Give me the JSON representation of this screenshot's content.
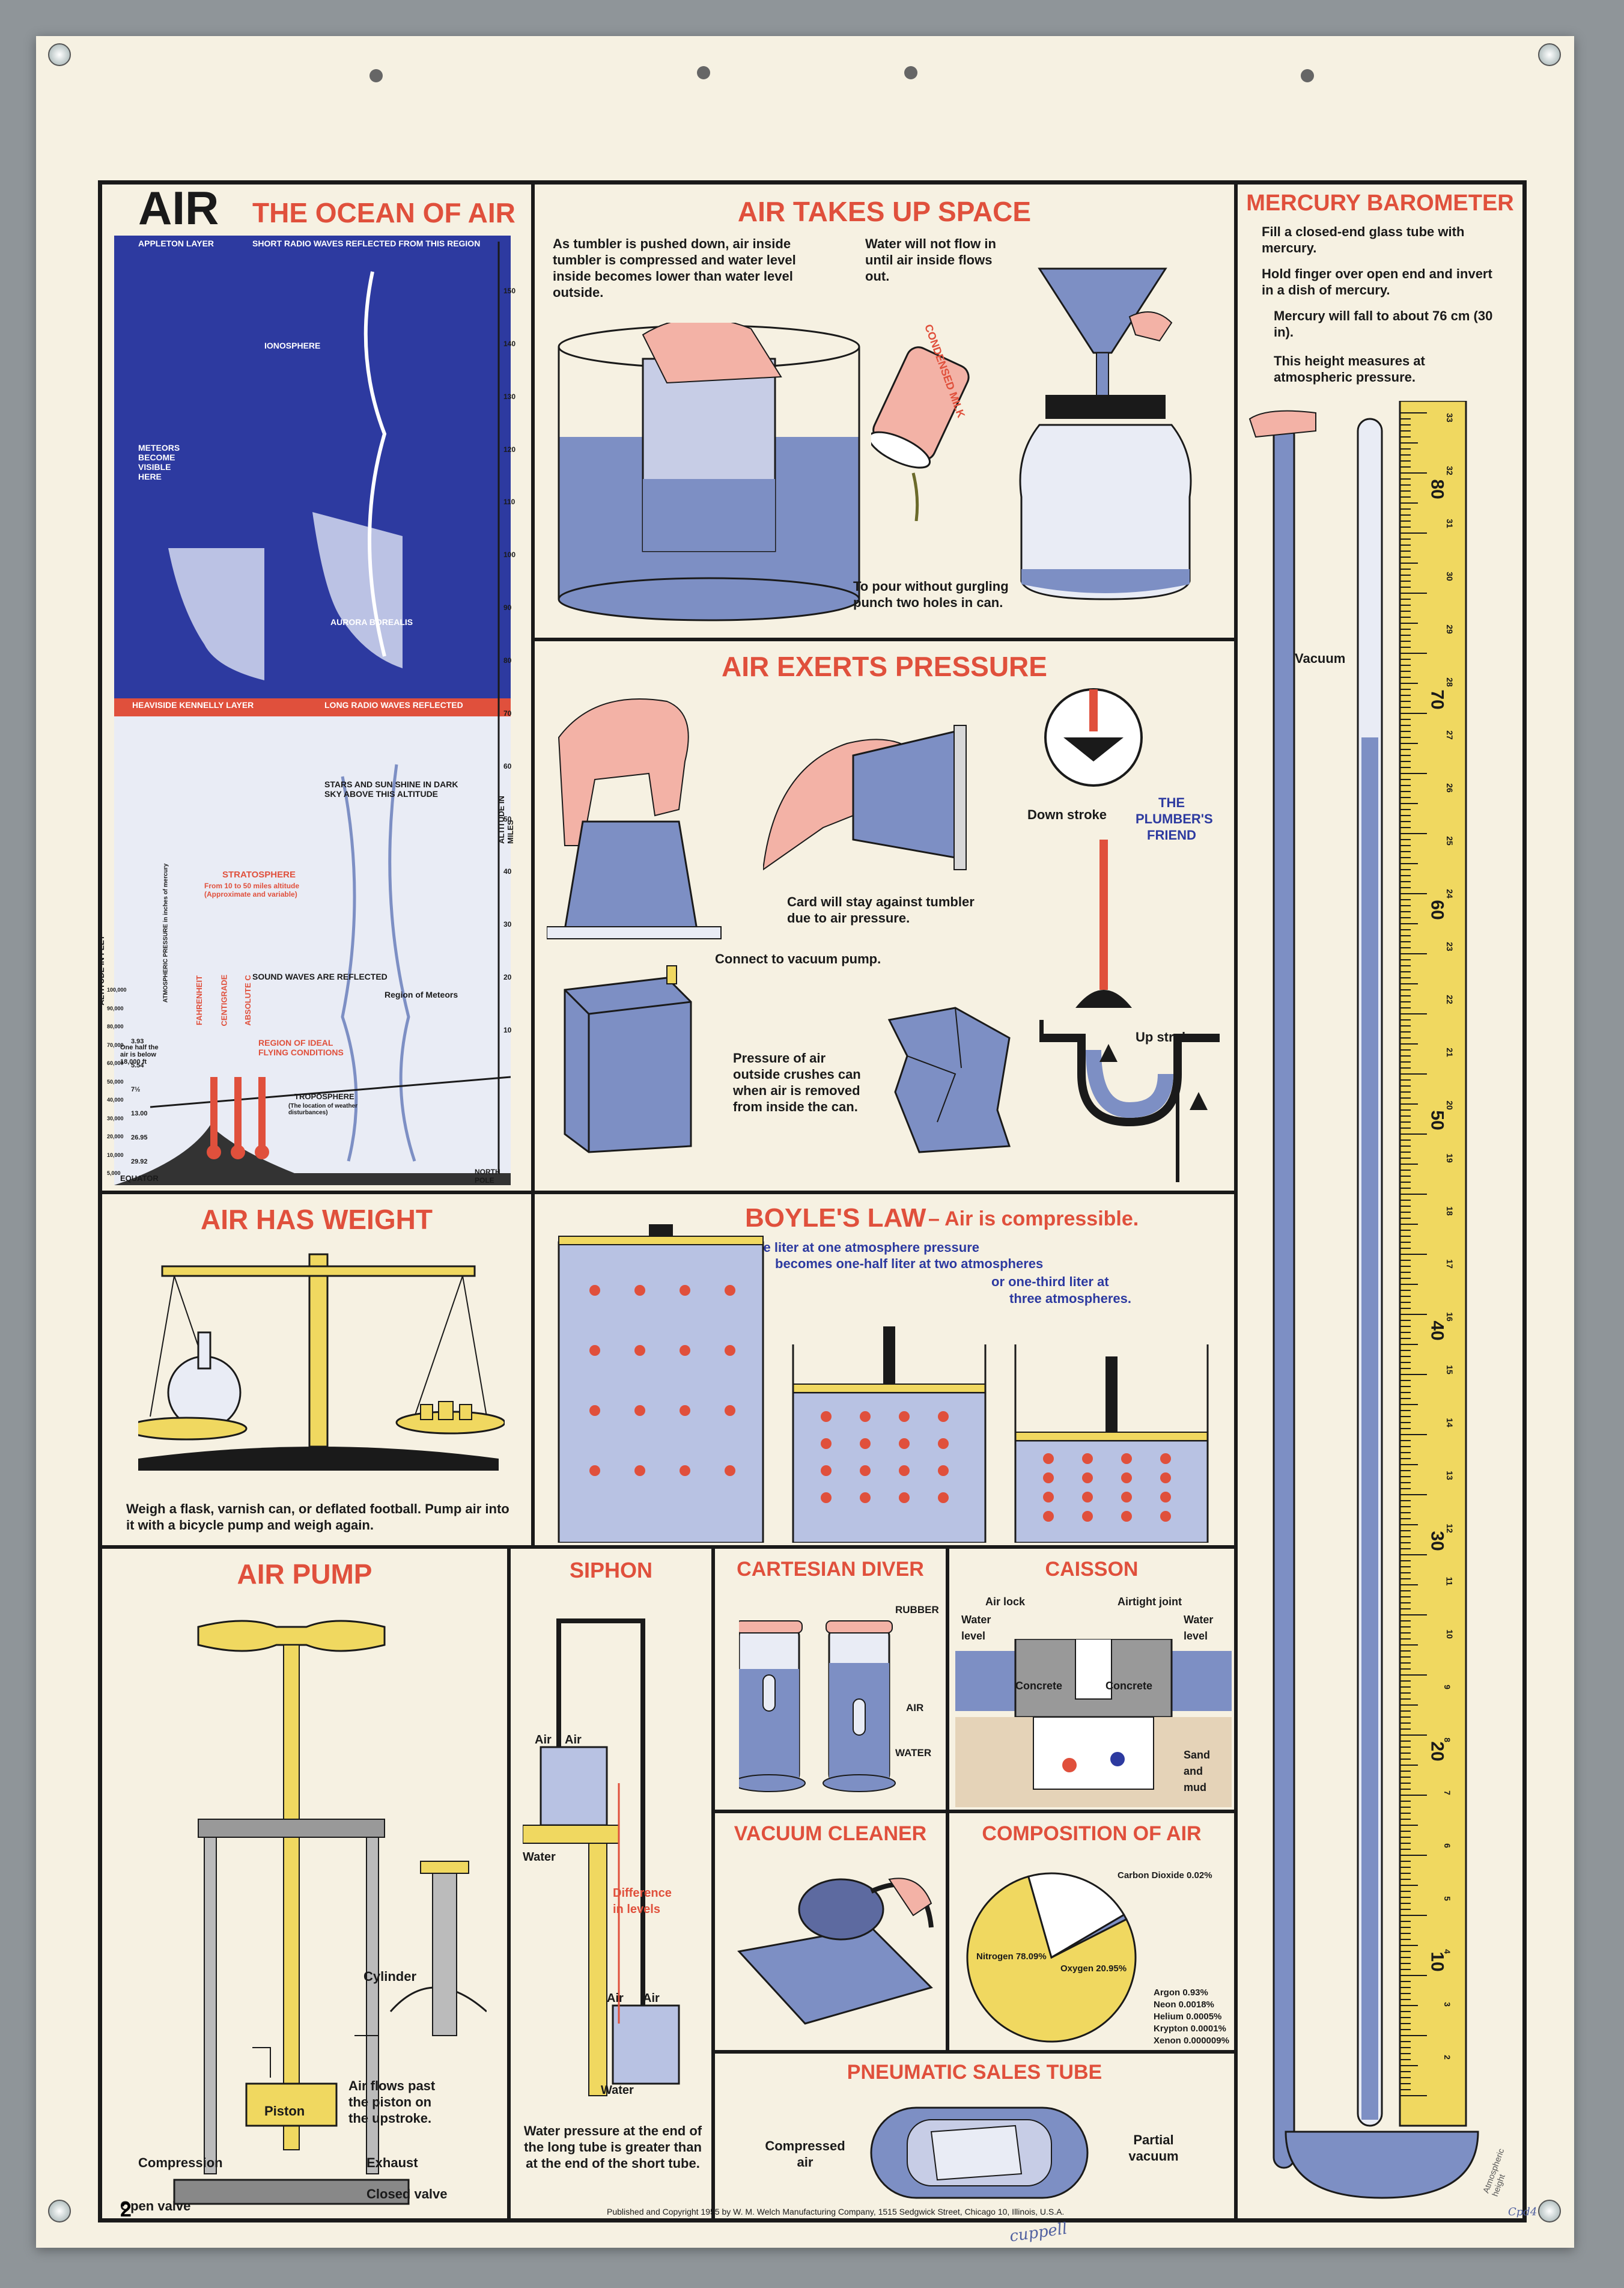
{
  "poster": {
    "main_title": "AIR",
    "page_number": "2",
    "copyright": "Published and Copyright 1955 by W. M. Welch Manufacturing Company, 1515 Sedgwick Street, Chicago 10, Illinois, U.S.A.",
    "handwriting_1": "cuppell",
    "handwriting_2": "Cpd4"
  },
  "colors": {
    "title_red": "#e0503c",
    "ink": "#1a1a1a",
    "blue": "#7d8fc4",
    "yellow": "#f0d860",
    "pink": "#f3b2a6",
    "night_blue": "#2d3aa0"
  },
  "ocean": {
    "title": "THE OCEAN OF AIR",
    "appleton": "APPLETON LAYER",
    "short_waves": "SHORT RADIO WAVES REFLECTED FROM THIS REGION",
    "ionosphere": "IONOSPHERE",
    "meteors": "METEORS BECOME VISIBLE HERE",
    "aurora": "AURORA BOREALIS",
    "heaviside": "HEAVISIDE KENNELLY LAYER",
    "long_waves": "LONG RADIO WAVES REFLECTED",
    "stars": "STARS AND SUN SHINE IN DARK SKY ABOVE THIS ALTITUDE",
    "stratosphere": "STRATOSPHERE",
    "strat_note": "From 10 to 50 miles altitude (Approximate and variable)",
    "sound": "SOUND WAVES ARE REFLECTED",
    "region_meteors": "Region of Meteors",
    "ideal": "REGION OF IDEAL FLYING CONDITIONS",
    "troposphere": "TROPOSPHERE",
    "tropo_note": "(The location of weather disturbances)",
    "equator": "EQUATOR",
    "north_pole": "NORTH POLE",
    "alt_feet": "ALTITUDE IN FEET",
    "alt_miles": "ALTITUDE IN MILES",
    "pressure_axis": "ATMOSPHERIC PRESSURE in inches of mercury",
    "fahrenheit": "FAHRENHEIT",
    "centigrade": "CENTIGRADE",
    "absolute": "ABSOLUTE C",
    "one_half": "One half the air is below 18,000 ft",
    "miles_ticks": [
      "150",
      "140",
      "130",
      "120",
      "110",
      "100",
      "90",
      "80",
      "70",
      "60",
      "50",
      "40",
      "30",
      "20",
      "10"
    ],
    "pressure_vals": [
      "3.93",
      "5.54",
      "7½",
      "13.00",
      "26.95",
      "29.92"
    ],
    "feet_vals": [
      "100,000",
      "90,000",
      "80,000",
      "70,000",
      "60,000",
      "50,000",
      "40,000",
      "30,000",
      "20,000",
      "10,000",
      "5,000"
    ]
  },
  "space": {
    "title": "AIR TAKES UP SPACE",
    "tumbler": "As tumbler is pushed down, air inside tumbler is compressed and water level inside becomes lower than water level outside.",
    "water": "Water will not flow in until air inside flows out.",
    "milk": "CONDENSED MILK",
    "pour": "To pour without gurgling punch two holes in can."
  },
  "pressure": {
    "title": "AIR EXERTS PRESSURE",
    "card": "Card will stay against tumbler due to air pressure.",
    "down": "Down stroke",
    "friend": "THE PLUMBER'S FRIEND",
    "up": "Up stroke",
    "vacuum_pump": "Connect to vacuum pump.",
    "crush": "Pressure of air outside crushes can when air is removed from inside the can."
  },
  "barometer": {
    "title": "MERCURY BAROMETER",
    "step1": "Fill a closed-end glass tube with mercury.",
    "step2": "Hold finger over open end and invert in a dish of mercury.",
    "step3": "Mercury will fall to about 76 cm (30 in).",
    "step4": "This height measures at atmospheric pressure.",
    "vacuum": "Vacuum",
    "ruler_numbers": [
      "80",
      "70",
      "60",
      "50",
      "40",
      "30",
      "20",
      "10"
    ],
    "ruler_inches": [
      "33",
      "32",
      "31",
      "30",
      "29",
      "28",
      "27",
      "26",
      "25",
      "24",
      "23",
      "22",
      "21",
      "20",
      "19",
      "18",
      "17",
      "16",
      "15",
      "14",
      "13",
      "12",
      "11",
      "10",
      "9",
      "8",
      "7",
      "6",
      "5",
      "4",
      "3",
      "2"
    ],
    "note": "Atmospheric height"
  },
  "weight": {
    "title": "AIR HAS WEIGHT",
    "caption": "Weigh a flask, varnish can, or deflated football. Pump air into it with a bicycle pump and weigh again."
  },
  "boyle": {
    "title": "BOYLE'S LAW",
    "subtitle": "– Air is compressible.",
    "line1": "One liter at one atmosphere pressure",
    "line2": "becomes one-half liter at two atmospheres",
    "line3": "or one-third liter at",
    "line4": "three atmospheres."
  },
  "pump": {
    "title": "AIR PUMP",
    "cylinder": "Cylinder",
    "flow": "Air flows past the piston on the upstroke.",
    "piston": "Piston",
    "compression": "Compression",
    "exhaust": "Exhaust",
    "open_valve": "Open valve",
    "closed_valve": "Closed valve"
  },
  "siphon": {
    "title": "SIPHON",
    "air": "Air",
    "water": "Water",
    "difference": "Difference in levels",
    "caption": "Water pressure at the end of the long tube is greater than at the end of the short tube."
  },
  "diver": {
    "title": "CARTESIAN DIVER",
    "rubber": "RUBBER",
    "air": "AIR",
    "water": "WATER"
  },
  "caisson": {
    "title": "CAISSON",
    "air_lock": "Air lock",
    "airtight": "Airtight joint",
    "water_level": "Water level",
    "concrete": "Concrete",
    "sand": "Sand and mud"
  },
  "vacuum_cleaner": {
    "title": "VACUUM CLEANER"
  },
  "composition": {
    "title": "COMPOSITION OF AIR",
    "nitrogen": "Nitrogen 78.09%",
    "oxygen": "Oxygen 20.95%",
    "co2": "Carbon Dioxide 0.02%",
    "argon": "Argon 0.93%",
    "neon": "Neon 0.0018%",
    "helium": "Helium 0.0005%",
    "krypton": "Krypton 0.0001%",
    "xenon": "Xenon 0.000009%",
    "slices": [
      78.09,
      20.95,
      0.96
    ]
  },
  "pneumatic": {
    "title": "PNEUMATIC SALES TUBE",
    "compressed": "Compressed air",
    "partial": "Partial vacuum"
  }
}
